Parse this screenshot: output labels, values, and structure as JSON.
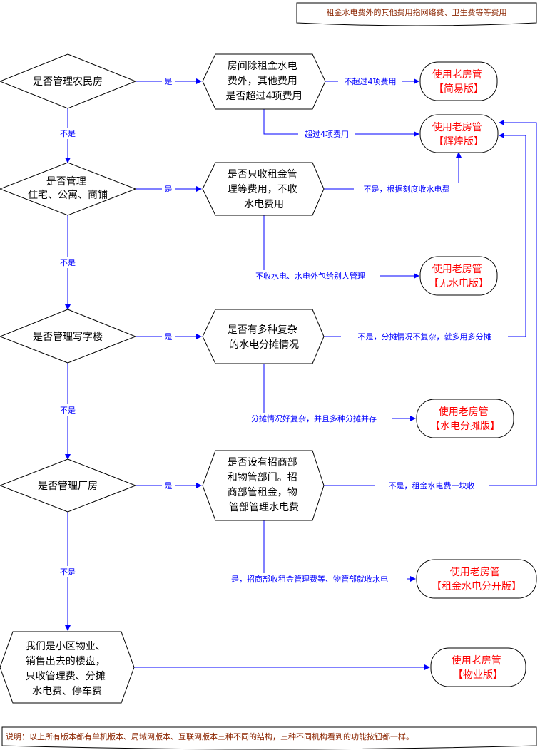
{
  "note_top": "租金水电费外的其他费用指网络费、卫生费等等费用",
  "note_bottom": "说明：以上所有版本都有单机版本、局域网版本、互联网版本三种不同的结构，三种不同机构看到的功能按钮都一样。",
  "decisions": {
    "d1": [
      "是否管理农民房"
    ],
    "d2": [
      "是否管理",
      "住宅、公寓、商铺"
    ],
    "d3": [
      "是否管理写字楼"
    ],
    "d4": [
      "是否管理厂房"
    ]
  },
  "questions": {
    "q1": [
      "房间除租金水电",
      "费外，其他费用",
      "是否超过4项费用"
    ],
    "q2": [
      "是否只收租金管",
      "理等费用，不收",
      "水电费用"
    ],
    "q3": [
      "是否有多种复杂",
      "的水电分摊情况"
    ],
    "q4": [
      "是否设有招商部",
      "和物管部门。招",
      "商部管租金，物",
      "管部管理水电费"
    ],
    "q5": [
      "我们是小区物业、",
      "销售出去的楼盘，",
      "只收管理费、分摊",
      "水电费、停车费"
    ]
  },
  "results": {
    "simple": [
      "使用老房管",
      "【简易版】"
    ],
    "brilliant": [
      "使用老房管",
      "【辉煌版】"
    ],
    "nowater": [
      "使用老房管",
      "【无水电版】"
    ],
    "split": [
      "使用老房管",
      "【水电分摊版】"
    ],
    "separate": [
      "使用老房管",
      "【租金水电分开版】"
    ],
    "property": [
      "使用老房管",
      "【物业版】"
    ]
  },
  "edge_labels": {
    "yes": "是",
    "no": "不是",
    "not_over_4": "不超过4项费用",
    "over_4": "超过4项费用",
    "meter": "不是，根据刻度收水电费",
    "no_water": "不收水电、水电外包给别人管理",
    "not_complex": "不是，分摊情况不复杂，就多用多分摊",
    "complex": "分摊情况好复杂，并且多种分摊并存",
    "together": "不是，租金水电费一块收",
    "separate": "是，招商部收租金管理费等、物管部就收水电"
  }
}
